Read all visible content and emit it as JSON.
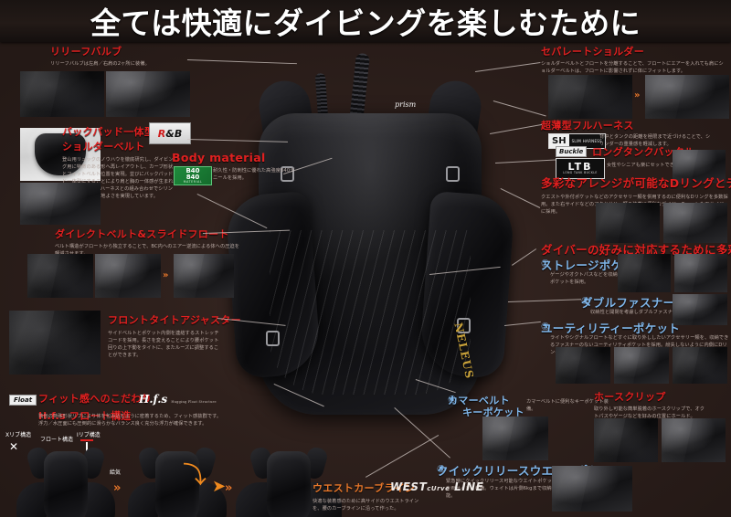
{
  "page": {
    "title": "全ては快適にダイビングを楽しむために",
    "bg_color": "#2b1e1b",
    "accent_red": "#e02020",
    "accent_blue": "#7fb5e8",
    "accent_orange": "#e8772a"
  },
  "product": {
    "brand_logo": "prism",
    "model_text": "NELEUS"
  },
  "sections": {
    "relief_valve": {
      "heading": "リリーフバルブ",
      "body": "リリーフバルブは左肩／右肩の2ヶ所に装備。"
    },
    "backpad_shoulder": {
      "heading_line1": "バックパッド一体型",
      "heading_line2": "ショルダーベルト",
      "body": "登山用リュックのノウハウを徹底研究し、ダイビング用に特徴のある形へ再レイアウトし、カーブ形状とフィットベルト位置を実現。並びにバックパッドと一体型にすることにより肩と胸の一体感が生まれます。超薄型フルハーネスとの組み合わせでシリンダーの揺れない心地よさを実現しています。",
      "badge": "R&B"
    },
    "body_material": {
      "heading": "Body material",
      "badge_line1": "B40",
      "badge_line2": "840",
      "badge_line3": "MATERIAL",
      "body": "耐久性・防刺性に優れた高強度840デニールを採用。"
    },
    "direct_belt": {
      "heading": "ダイレクトベルト&スライドフロート",
      "body": "ベルト構造がフロートから独立することで、BC内へのエアー逆流による体への圧迫を軽減させます。"
    },
    "front_tight_adjuster": {
      "heading": "フロントタイトアジャスター",
      "body": "サイドベルトとポケット内側を連結するストレッチコードを採用。長さを変えることにより腰ポケット回りの上下動をタイトに、またルーズに調整することができます。"
    },
    "float_hfs": {
      "badge": "Float",
      "heading_line1": "フィット感へのこだわり",
      "heading_line2": "H.f.s フロート構造",
      "logo": "H.f.s",
      "logo_sub": "Hugging Float Structure",
      "body": "独自の特殊形状リブにより体を包み込むように密着するため、フィット感抜群です。浮力／水圧面にも圧倒的に滑らかなバランス良く充分な浮力が確保できます。",
      "legend_x": "Xリブ構造",
      "legend_float": "フロート構造",
      "legend_i": "Iリブ構造",
      "legend_inflate": "給気"
    },
    "separate_shoulder": {
      "heading": "セパレートショルダー",
      "body": "ショルダーベルトとフロートを分離することで、フロートにエアーを入れても肩にショルダーベルトは、フロートに影響されずに体にフィットします。"
    },
    "full_harness": {
      "heading": "超薄型フルハーネス",
      "badge_key": "SH",
      "badge_value": "SLIM HARNESS",
      "body": "背中とタンクの距離を極限まで近づけることで、シリンダーの重量感を軽減します。"
    },
    "long_tank_buckle": {
      "badge_buckle": "Buckle",
      "heading": "ロングタンクバックル",
      "badge_line1": "LTB",
      "badge_line2": "LONG TANK BUCKLE",
      "body": "女性やシニアも楽にセットできます。"
    },
    "dring_daisy": {
      "heading": "多彩なアレンジが可能なDリングとデイジーチェーン",
      "body": "クエストや外付ポケットなどのアクセサリー類を併用するのに便利なDリングを多数採用。また右サイドなどのアクセサリー類の装着に便利なデイジーチェーンも両サイドに採用。"
    },
    "pockets": {
      "heading": "ダイバーの好みに対応するために多彩なポケットを用意",
      "items": [
        {
          "num": "①",
          "title": "ストレージポケット",
          "body": "ゲージやオクトパスなどを収納できるポケットを採用。"
        },
        {
          "num": "②",
          "title": "ダブルファスナーポケット",
          "body": "収納性と開閉を考慮しダブルファスナーを採用。"
        },
        {
          "num": "③",
          "title": "ユーティリティーポケット",
          "body": "ライトやシグナルフロートなどすぐに取り外ししたいアクセサリー類を、収納できるファスナーのないユーティリティポケットを採用。紛失しないように内側にDリングも採用。"
        },
        {
          "num": "④",
          "title_line1": "カマーベルト",
          "title_line2": "キーポケット",
          "body": "カマーベルトに便利なキーポケット装備。"
        },
        {
          "num": "⑤",
          "title": "クイックリリースウエイトポケット",
          "body": "緊急時にクイックリリース可能なウエイトポケットを両サイドに装備。ウェイトは片側6kgまで収納可能。"
        }
      ]
    },
    "hose_clip": {
      "heading": "ホースクリップ",
      "body": "取り外し可能な簡単脱着のホースクリップで、オクトパスやゲージなどを好みの位置にホールド。"
    },
    "west_curve": {
      "heading": "ウエストカーブライン",
      "logo_main": "WEST",
      "logo_mid": "cUrve",
      "logo_end": "LINE",
      "body": "快適な装着感のために高サイドのウエストラインを、腰のカーブラインに沿って作った。"
    }
  }
}
